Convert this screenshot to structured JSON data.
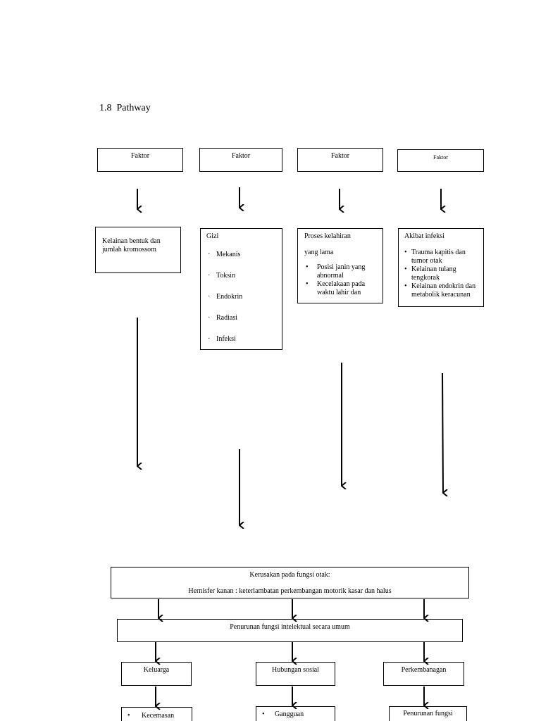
{
  "heading": {
    "number": "1.8",
    "title": "Pathway"
  },
  "factor_boxes": [
    "Faktor",
    "Faktor",
    "Faktor",
    "Faktor"
  ],
  "cause1": {
    "text_line1": "Kelainan bentuk dan",
    "text_line2": "jumlah kromossom"
  },
  "cause2": {
    "title": "Gizi",
    "items": [
      "Mekanis",
      "Toksin",
      "Endokrin",
      "Radiasi",
      "Infeksi"
    ]
  },
  "cause3": {
    "title": "Proses kelahiran",
    "subtitle": "yang lama",
    "items": [
      "Posisi janin yang abnormal",
      "Kecelakaan pada waktu lahir dan"
    ]
  },
  "cause4": {
    "title": "Akibat infeksi",
    "items": [
      "Trauma kapitis dan tumor otak",
      "Kelainan tulang tengkorak",
      "Kelainan endokrin dan metabolik keracunan"
    ]
  },
  "brain_damage": {
    "line1": "Kerusakan pada fungsi otak:",
    "line2": "Hernisfer kanan : keterlambatan perkembangan motorik kasar dan halus"
  },
  "intellect": {
    "text": "Penurunan fungsi intelektual secara umum"
  },
  "effects": [
    "Keluarga",
    "Hubungan sosial",
    "Perkembanagan"
  ],
  "outcomes": {
    "family": [
      "Kecemasan"
    ],
    "social": [
      "Gangguan"
    ],
    "development": "Penurunan fungsi"
  }
}
